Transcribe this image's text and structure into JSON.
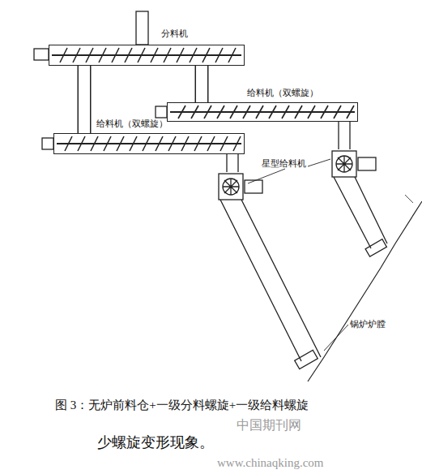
{
  "diagram": {
    "caption": "图 3：无炉前料仓+一级分料螺旋+一级给料螺旋",
    "nodes": [
      {
        "text": [
          "分料机"
        ]
      },
      {
        "text": [
          "给料机（双螺旋）"
        ]
      },
      {
        "text": [
          "给料机（双螺旋）"
        ]
      }
    ],
    "edges": [
      {
        "from": 0,
        "to": 2,
        "arrow": "none"
      },
      {
        "from": 0,
        "to": 1,
        "arrow": "none"
      }
    ],
    "labels": [
      "星型给料机",
      "锅炉炉膛",
      "少螺旋变形现象。",
      "中国期刊网",
      "www.chinaqking.com"
    ]
  }
}
